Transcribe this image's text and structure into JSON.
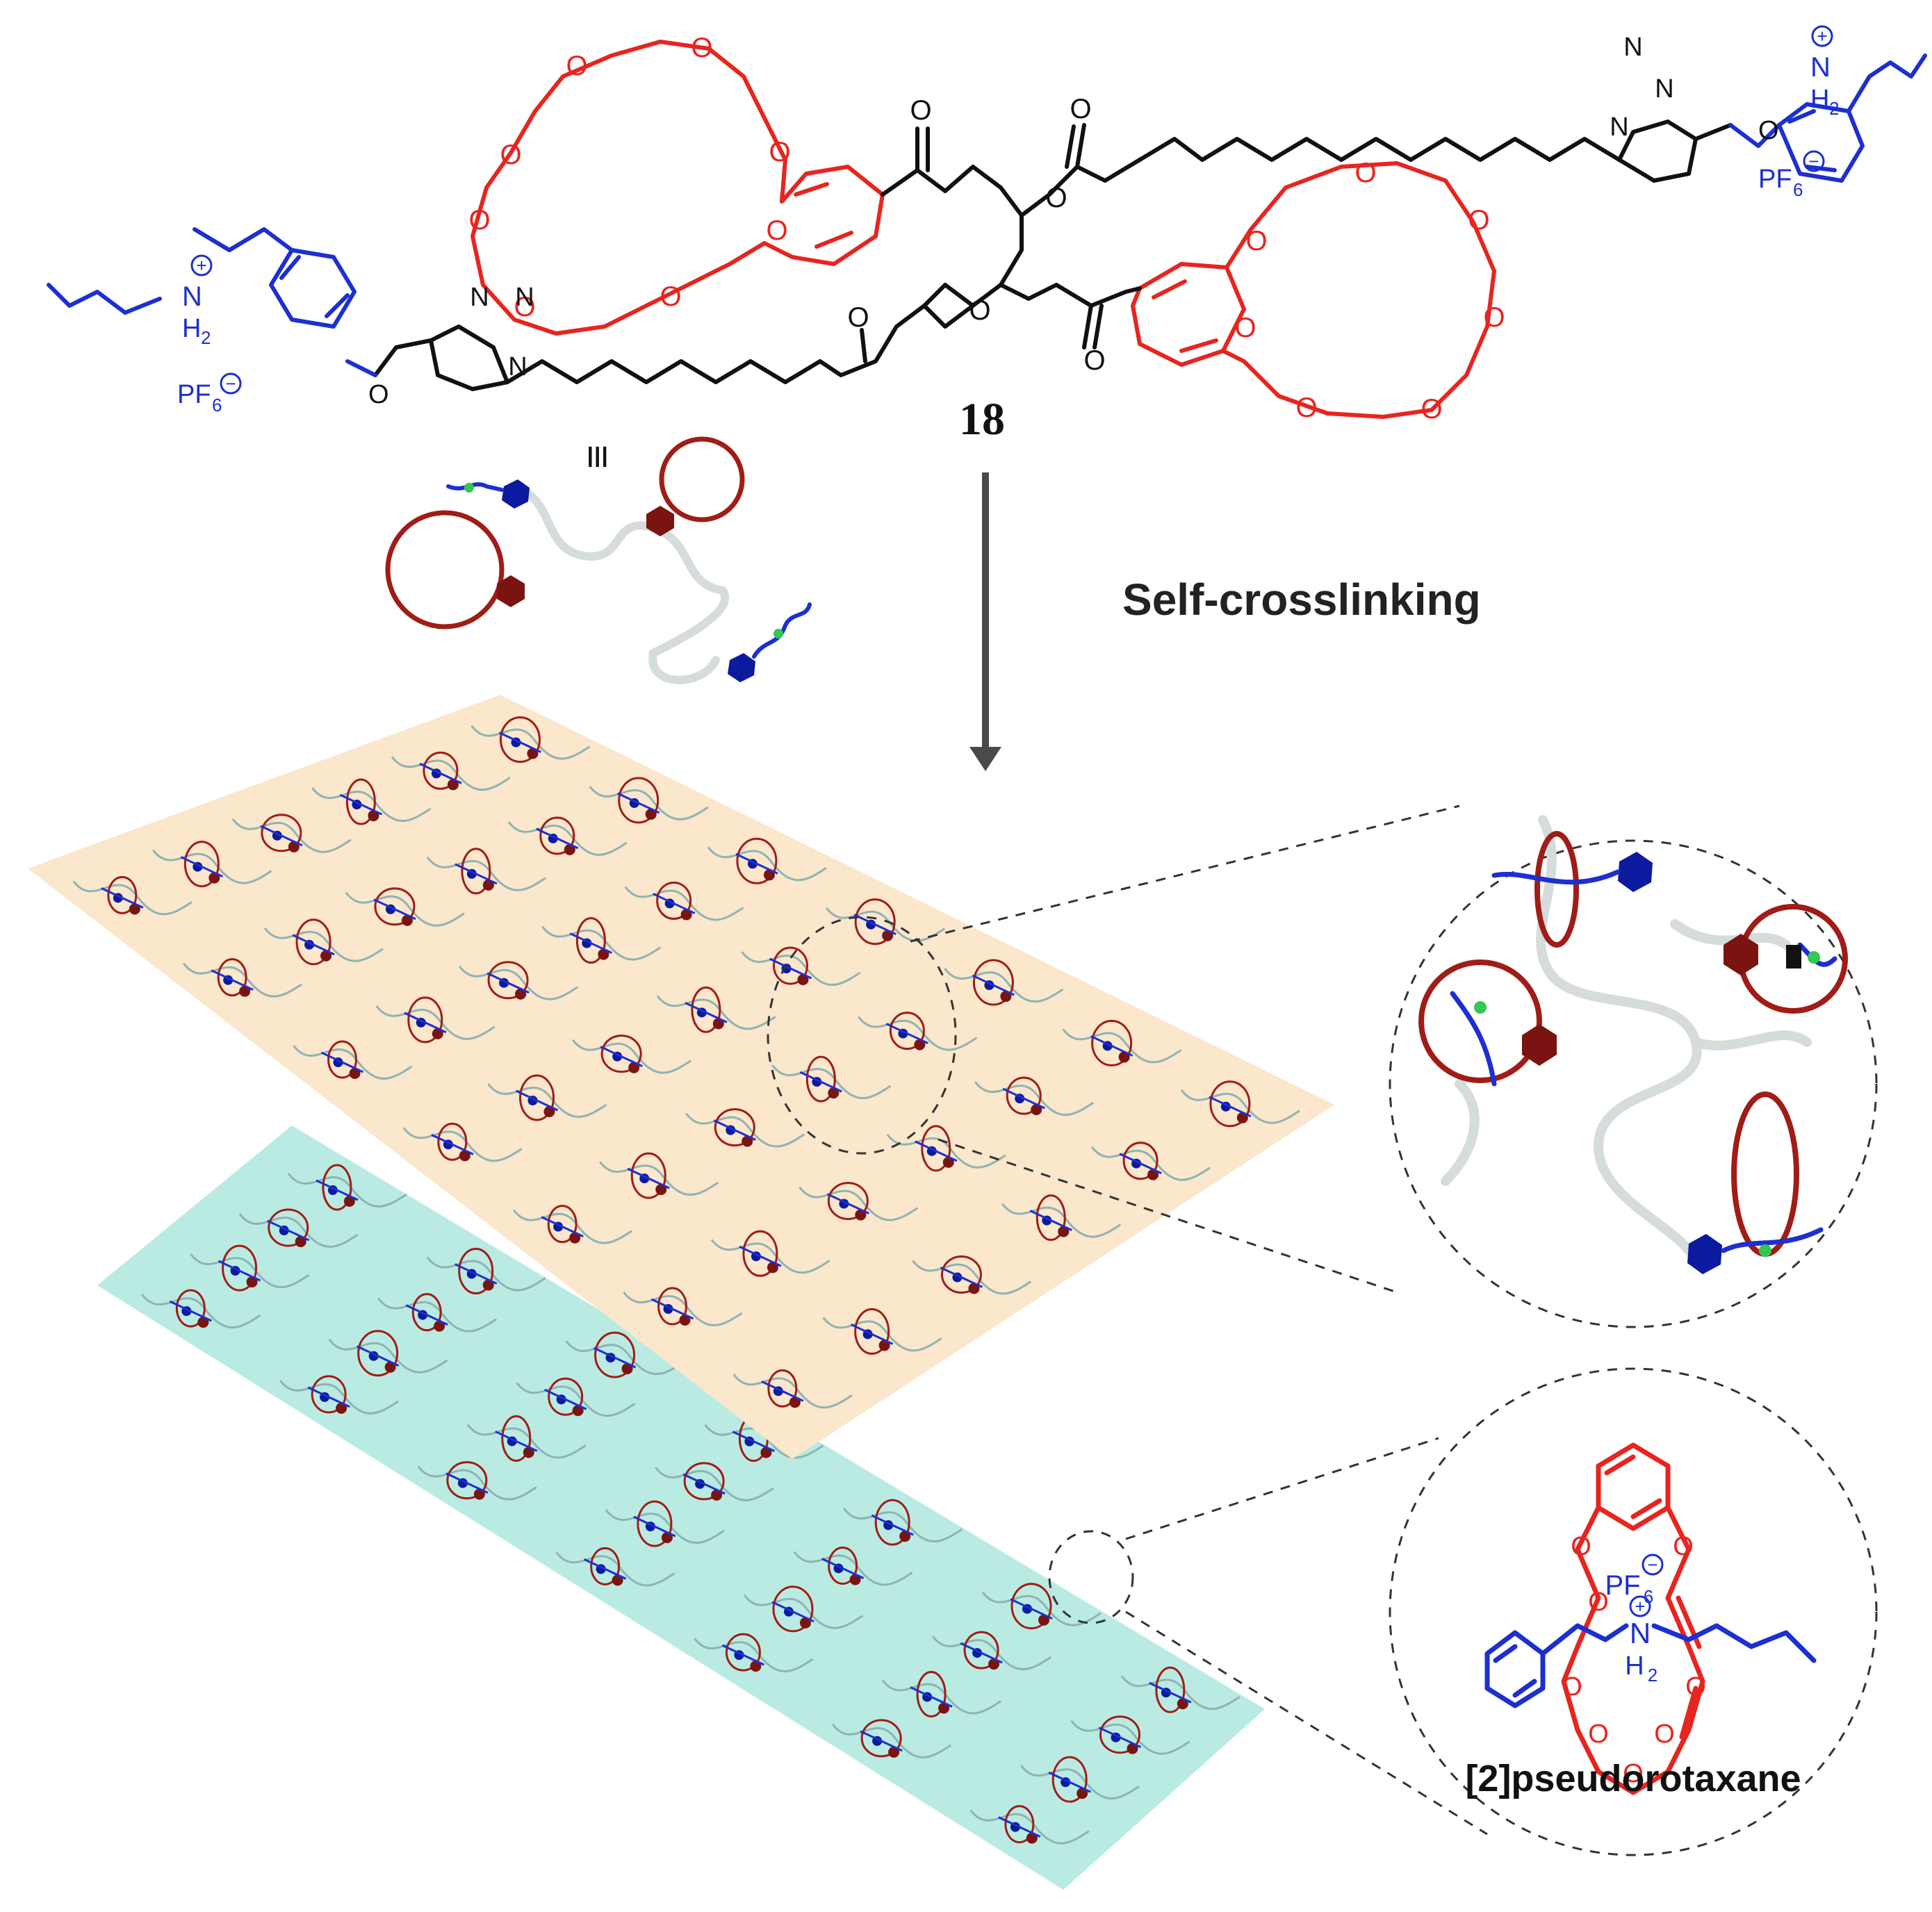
{
  "compound_number": "18",
  "step_label": "Self-crosslinking",
  "equivalence_symbol": "≡",
  "zoom_label": "[2]pseudorotaxane",
  "atoms": {
    "oxygen": "O",
    "nitrogen": "N",
    "ammonium": "N",
    "ammonium_h": "H",
    "ammonium_h_sub": "2",
    "plus": "+",
    "counterion": "PF",
    "counterion_sub": "6",
    "minus": "−"
  },
  "colors": {
    "crown": "#e8241f",
    "guest": "#1c2fd0",
    "linker": "#111111",
    "sheet_top": "#fae7cc",
    "sheet_bottom": "#b9ebe3",
    "ring": "#a01c16",
    "knot": "#7a1410",
    "stopper": "#0b1a9e",
    "ion": "#35c653",
    "strand": "#d6dbdc",
    "arrow": "#4a4a4a"
  }
}
